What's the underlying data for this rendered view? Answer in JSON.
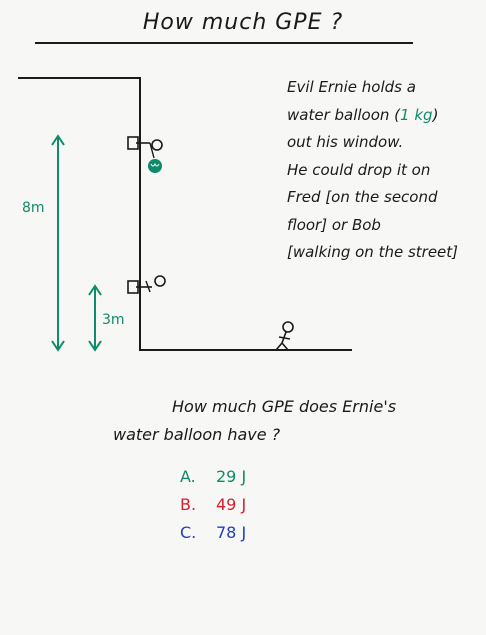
{
  "title": "How much GPE ?",
  "story": {
    "line1": "Evil Ernie holds a",
    "line2_pre": "water balloon (",
    "line2_mass": "1 kg",
    "line2_post": ")",
    "line3": "out his window.",
    "line4": "He could drop it on",
    "line5": "Fred [on the second",
    "line6": "floor] or Bob",
    "line7": "[walking on the street]"
  },
  "diagram": {
    "label_high": "8m",
    "label_low": "3m",
    "accent_color": "#0f8a6a"
  },
  "question": {
    "line1": "How much GPE does Ernie's",
    "line2": "water balloon have ?"
  },
  "answers": [
    {
      "letter": "A.",
      "value": "29 J",
      "color": "#0f8a6a"
    },
    {
      "letter": "B.",
      "value": "49 J",
      "color": "#d61f2e"
    },
    {
      "letter": "C.",
      "value": "78 J",
      "color": "#1f3fbf"
    }
  ]
}
